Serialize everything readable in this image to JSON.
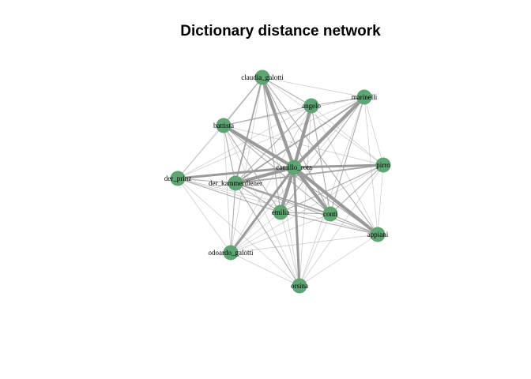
{
  "title": "Dictionary distance network",
  "node_color": "#5fa473",
  "edge_color": "#9a9a9a",
  "nodes": [
    {
      "id": "claudia_galotti",
      "label": "claudia_galotti"
    },
    {
      "id": "angelo",
      "label": "angelo"
    },
    {
      "id": "marinelli",
      "label": "marinelli"
    },
    {
      "id": "battista",
      "label": "battista"
    },
    {
      "id": "pirro",
      "label": "pirro"
    },
    {
      "id": "camillo_rota",
      "label": "camillo_rota"
    },
    {
      "id": "der_prinz",
      "label": "der_prinz"
    },
    {
      "id": "der_kammerdiener",
      "label": "der_kammerdiener"
    },
    {
      "id": "emilia",
      "label": "emilia"
    },
    {
      "id": "conti",
      "label": "conti"
    },
    {
      "id": "appiani",
      "label": "appiani"
    },
    {
      "id": "odoardo_galotti",
      "label": "odoardo_galotti"
    },
    {
      "id": "orsina",
      "label": "orsina"
    }
  ],
  "edges": [
    {
      "source": "camillo_rota",
      "target": "claudia_galotti",
      "weight": 5
    },
    {
      "source": "camillo_rota",
      "target": "angelo",
      "weight": 5
    },
    {
      "source": "camillo_rota",
      "target": "marinelli",
      "weight": 5
    },
    {
      "source": "camillo_rota",
      "target": "battista",
      "weight": 5
    },
    {
      "source": "camillo_rota",
      "target": "pirro",
      "weight": 4
    },
    {
      "source": "camillo_rota",
      "target": "der_prinz",
      "weight": 4
    },
    {
      "source": "camillo_rota",
      "target": "der_kammerdiener",
      "weight": 5
    },
    {
      "source": "camillo_rota",
      "target": "emilia",
      "weight": 5
    },
    {
      "source": "camillo_rota",
      "target": "conti",
      "weight": 5
    },
    {
      "source": "camillo_rota",
      "target": "appiani",
      "weight": 5
    },
    {
      "source": "camillo_rota",
      "target": "odoardo_galotti",
      "weight": 4
    },
    {
      "source": "camillo_rota",
      "target": "orsina",
      "weight": 4
    },
    {
      "source": "claudia_galotti",
      "target": "angelo",
      "weight": 2
    },
    {
      "source": "claudia_galotti",
      "target": "marinelli",
      "weight": 1
    },
    {
      "source": "claudia_galotti",
      "target": "battista",
      "weight": 2
    },
    {
      "source": "claudia_galotti",
      "target": "pirro",
      "weight": 1
    },
    {
      "source": "claudia_galotti",
      "target": "der_kammerdiener",
      "weight": 3
    },
    {
      "source": "claudia_galotti",
      "target": "emilia",
      "weight": 2
    },
    {
      "source": "claudia_galotti",
      "target": "conti",
      "weight": 2
    },
    {
      "source": "claudia_galotti",
      "target": "appiani",
      "weight": 2
    },
    {
      "source": "claudia_galotti",
      "target": "odoardo_galotti",
      "weight": 1
    },
    {
      "source": "claudia_galotti",
      "target": "orsina",
      "weight": 1
    },
    {
      "source": "claudia_galotti",
      "target": "der_prinz",
      "weight": 1
    },
    {
      "source": "angelo",
      "target": "marinelli",
      "weight": 2
    },
    {
      "source": "angelo",
      "target": "battista",
      "weight": 2
    },
    {
      "source": "angelo",
      "target": "der_kammerdiener",
      "weight": 2
    },
    {
      "source": "angelo",
      "target": "emilia",
      "weight": 2
    },
    {
      "source": "angelo",
      "target": "conti",
      "weight": 2
    },
    {
      "source": "angelo",
      "target": "orsina",
      "weight": 1
    },
    {
      "source": "angelo",
      "target": "odoardo_galotti",
      "weight": 1
    },
    {
      "source": "angelo",
      "target": "der_prinz",
      "weight": 1
    },
    {
      "source": "angelo",
      "target": "pirro",
      "weight": 1
    },
    {
      "source": "angelo",
      "target": "appiani",
      "weight": 1
    },
    {
      "source": "marinelli",
      "target": "battista",
      "weight": 1
    },
    {
      "source": "marinelli",
      "target": "der_kammerdiener",
      "weight": 3
    },
    {
      "source": "marinelli",
      "target": "emilia",
      "weight": 2
    },
    {
      "source": "marinelli",
      "target": "conti",
      "weight": 2
    },
    {
      "source": "marinelli",
      "target": "pirro",
      "weight": 1
    },
    {
      "source": "marinelli",
      "target": "appiani",
      "weight": 1
    },
    {
      "source": "marinelli",
      "target": "odoardo_galotti",
      "weight": 1
    },
    {
      "source": "marinelli",
      "target": "orsina",
      "weight": 1
    },
    {
      "source": "marinelli",
      "target": "der_prinz",
      "weight": 1
    },
    {
      "source": "battista",
      "target": "der_prinz",
      "weight": 1
    },
    {
      "source": "battista",
      "target": "der_kammerdiener",
      "weight": 2
    },
    {
      "source": "battista",
      "target": "emilia",
      "weight": 2
    },
    {
      "source": "battista",
      "target": "conti",
      "weight": 2
    },
    {
      "source": "battista",
      "target": "appiani",
      "weight": 2
    },
    {
      "source": "battista",
      "target": "odoardo_galotti",
      "weight": 1
    },
    {
      "source": "battista",
      "target": "orsina",
      "weight": 1
    },
    {
      "source": "battista",
      "target": "pirro",
      "weight": 1
    },
    {
      "source": "pirro",
      "target": "der_kammerdiener",
      "weight": 3
    },
    {
      "source": "pirro",
      "target": "emilia",
      "weight": 2
    },
    {
      "source": "pirro",
      "target": "conti",
      "weight": 2
    },
    {
      "source": "pirro",
      "target": "appiani",
      "weight": 1
    },
    {
      "source": "pirro",
      "target": "odoardo_galotti",
      "weight": 1
    },
    {
      "source": "pirro",
      "target": "orsina",
      "weight": 1
    },
    {
      "source": "der_prinz",
      "target": "der_kammerdiener",
      "weight": 2
    },
    {
      "source": "der_prinz",
      "target": "emilia",
      "weight": 2
    },
    {
      "source": "der_prinz",
      "target": "conti",
      "weight": 1
    },
    {
      "source": "der_prinz",
      "target": "appiani",
      "weight": 1
    },
    {
      "source": "der_prinz",
      "target": "odoardo_galotti",
      "weight": 1
    },
    {
      "source": "der_prinz",
      "target": "orsina",
      "weight": 1
    },
    {
      "source": "der_kammerdiener",
      "target": "emilia",
      "weight": 2
    },
    {
      "source": "der_kammerdiener",
      "target": "conti",
      "weight": 3
    },
    {
      "source": "der_kammerdiener",
      "target": "appiani",
      "weight": 2
    },
    {
      "source": "der_kammerdiener",
      "target": "odoardo_galotti",
      "weight": 2
    },
    {
      "source": "der_kammerdiener",
      "target": "orsina",
      "weight": 2
    },
    {
      "source": "emilia",
      "target": "conti",
      "weight": 2
    },
    {
      "source": "emilia",
      "target": "appiani",
      "weight": 2
    },
    {
      "source": "emilia",
      "target": "odoardo_galotti",
      "weight": 1
    },
    {
      "source": "emilia",
      "target": "orsina",
      "weight": 1
    },
    {
      "source": "conti",
      "target": "appiani",
      "weight": 2
    },
    {
      "source": "conti",
      "target": "odoardo_galotti",
      "weight": 1
    },
    {
      "source": "conti",
      "target": "orsina",
      "weight": 1
    },
    {
      "source": "appiani",
      "target": "odoardo_galotti",
      "weight": 1
    },
    {
      "source": "appiani",
      "target": "orsina",
      "weight": 1
    },
    {
      "source": "odoardo_galotti",
      "target": "orsina",
      "weight": 1
    }
  ]
}
